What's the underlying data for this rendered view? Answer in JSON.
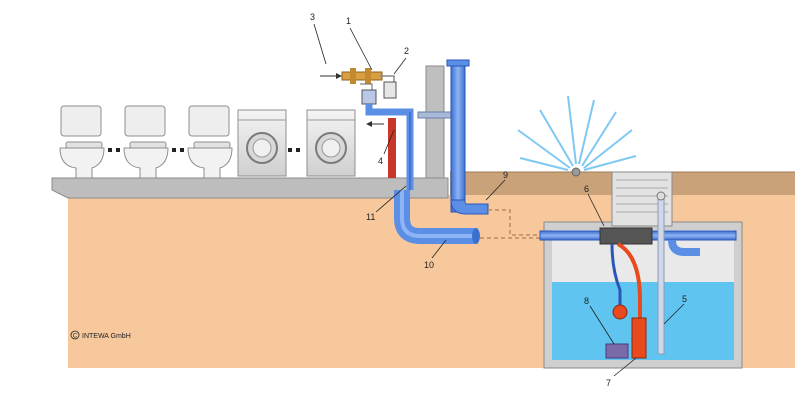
{
  "copyright": "INTEWA GmbH",
  "callouts": [
    "1",
    "2",
    "3",
    "4",
    "5",
    "6",
    "7",
    "8",
    "9",
    "10",
    "11"
  ],
  "colors": {
    "soil": "#f7c89b",
    "soil_dark": "#d9a070",
    "surface": "#c7a27a",
    "floor": "#bdbdbd",
    "pipe": "#5b8fe6",
    "pipe_dark": "#2b56b8",
    "water": "#5fc4f0",
    "pump": "#e84a1e",
    "concrete": "#d6d6d6",
    "spray": "#7fc8f2"
  },
  "icons": {
    "toilet": "toilet-icon",
    "washing_machine": "washing-machine-icon",
    "sprinkler": "sprinkler-icon"
  }
}
